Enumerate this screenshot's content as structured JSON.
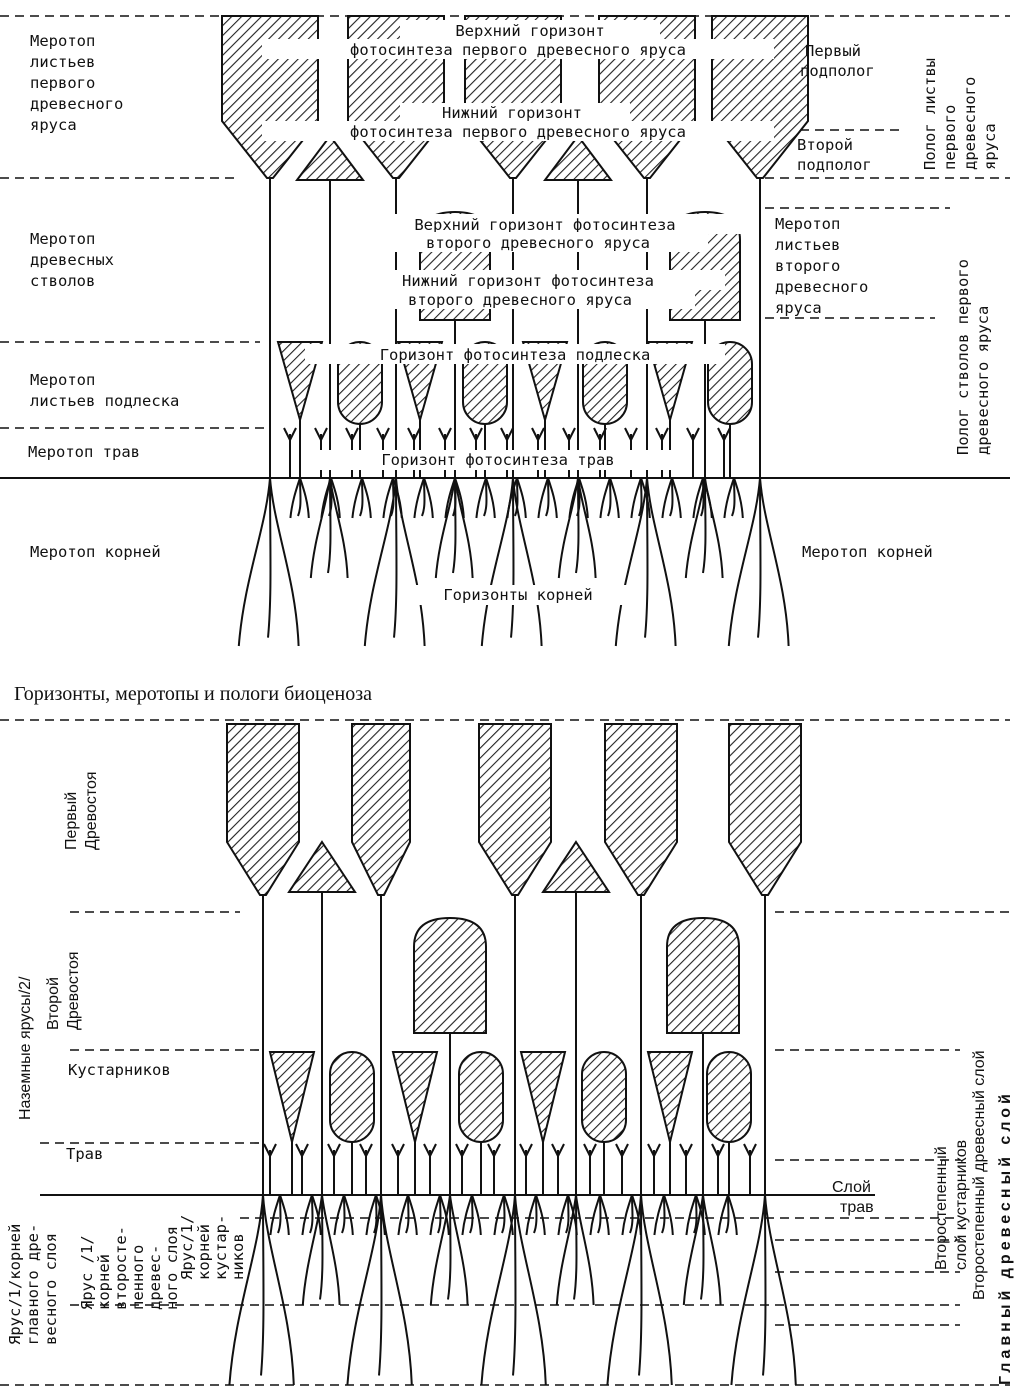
{
  "top": {
    "left_labels": {
      "leaves_first": [
        "Меротоп",
        "листьев",
        "первого",
        "древесного",
        "яруса"
      ],
      "trunks": [
        "Меротоп",
        "древесных",
        "стволов"
      ],
      "undergrowth": [
        "Меротоп",
        "листьев подлеска"
      ],
      "grass": "Меротоп трав",
      "roots": "Меротоп корней"
    },
    "center_labels": {
      "upper_first": [
        "Верхний горизонт",
        "фотосинтеза первого древесного яруса"
      ],
      "lower_first": [
        "Нижний горизонт",
        "фотосинтеза первого древесного яруса"
      ],
      "upper_second": [
        "Верхний горизонт фотосинтеза",
        "второго древесного яруса"
      ],
      "lower_second": [
        "Нижний горизонт фотосинтеза",
        "второго древесного яруса"
      ],
      "undergrowth": "Горизонт фотосинтеза подлеска",
      "grass": "Горизонт фотосинтеза трав",
      "roots": "Горизонты корней"
    },
    "right_labels": {
      "first_sub": [
        "Первый",
        "подполог"
      ],
      "second_sub": [
        "Второй",
        "подполог"
      ],
      "leaves_second": [
        "Меротоп",
        "листьев",
        "второго",
        "древесного",
        "яруса"
      ],
      "roots": "Меротоп корней"
    },
    "vertical_labels": {
      "canopy_leaves": [
        "Полог листвы",
        "первого",
        "древесного",
        "яруса"
      ],
      "canopy_trunks": [
        "Полог стволов первого",
        "древесного яруса"
      ]
    }
  },
  "caption": "Горизонты, меротопы и пологи биоценоза",
  "bottom": {
    "left_labels": {
      "first_stand": [
        "Первый",
        "Древостоя"
      ],
      "second_stand": [
        "Второй",
        "Древостоя"
      ],
      "shrubs": "Кустарников",
      "grass": "Трав",
      "ground_tiers": "Наземные ярусы/2/",
      "root_tier_main": [
        "Ярус/1/корней",
        "главного дре-",
        "весного слоя"
      ],
      "root_tier_secondary": [
        "Ярус /1/",
        "корней",
        "второсте-",
        "пенного",
        "древес-",
        "ного слоя"
      ],
      "root_tier_shrubs": [
        "Ярус/1/",
        "корней",
        "кустар-",
        "ников"
      ]
    },
    "right_labels": {
      "grass_layer": [
        "Слой",
        "трав"
      ],
      "secondary_layer": [
        "Второстепенный",
        "слой кустарников"
      ],
      "secondary_tree_layer": "Второстепенный древесный слой",
      "main_tree_layer": "Главный древесный слой"
    }
  },
  "colors": {
    "ink": "#111111",
    "paper": "#ffffff"
  }
}
